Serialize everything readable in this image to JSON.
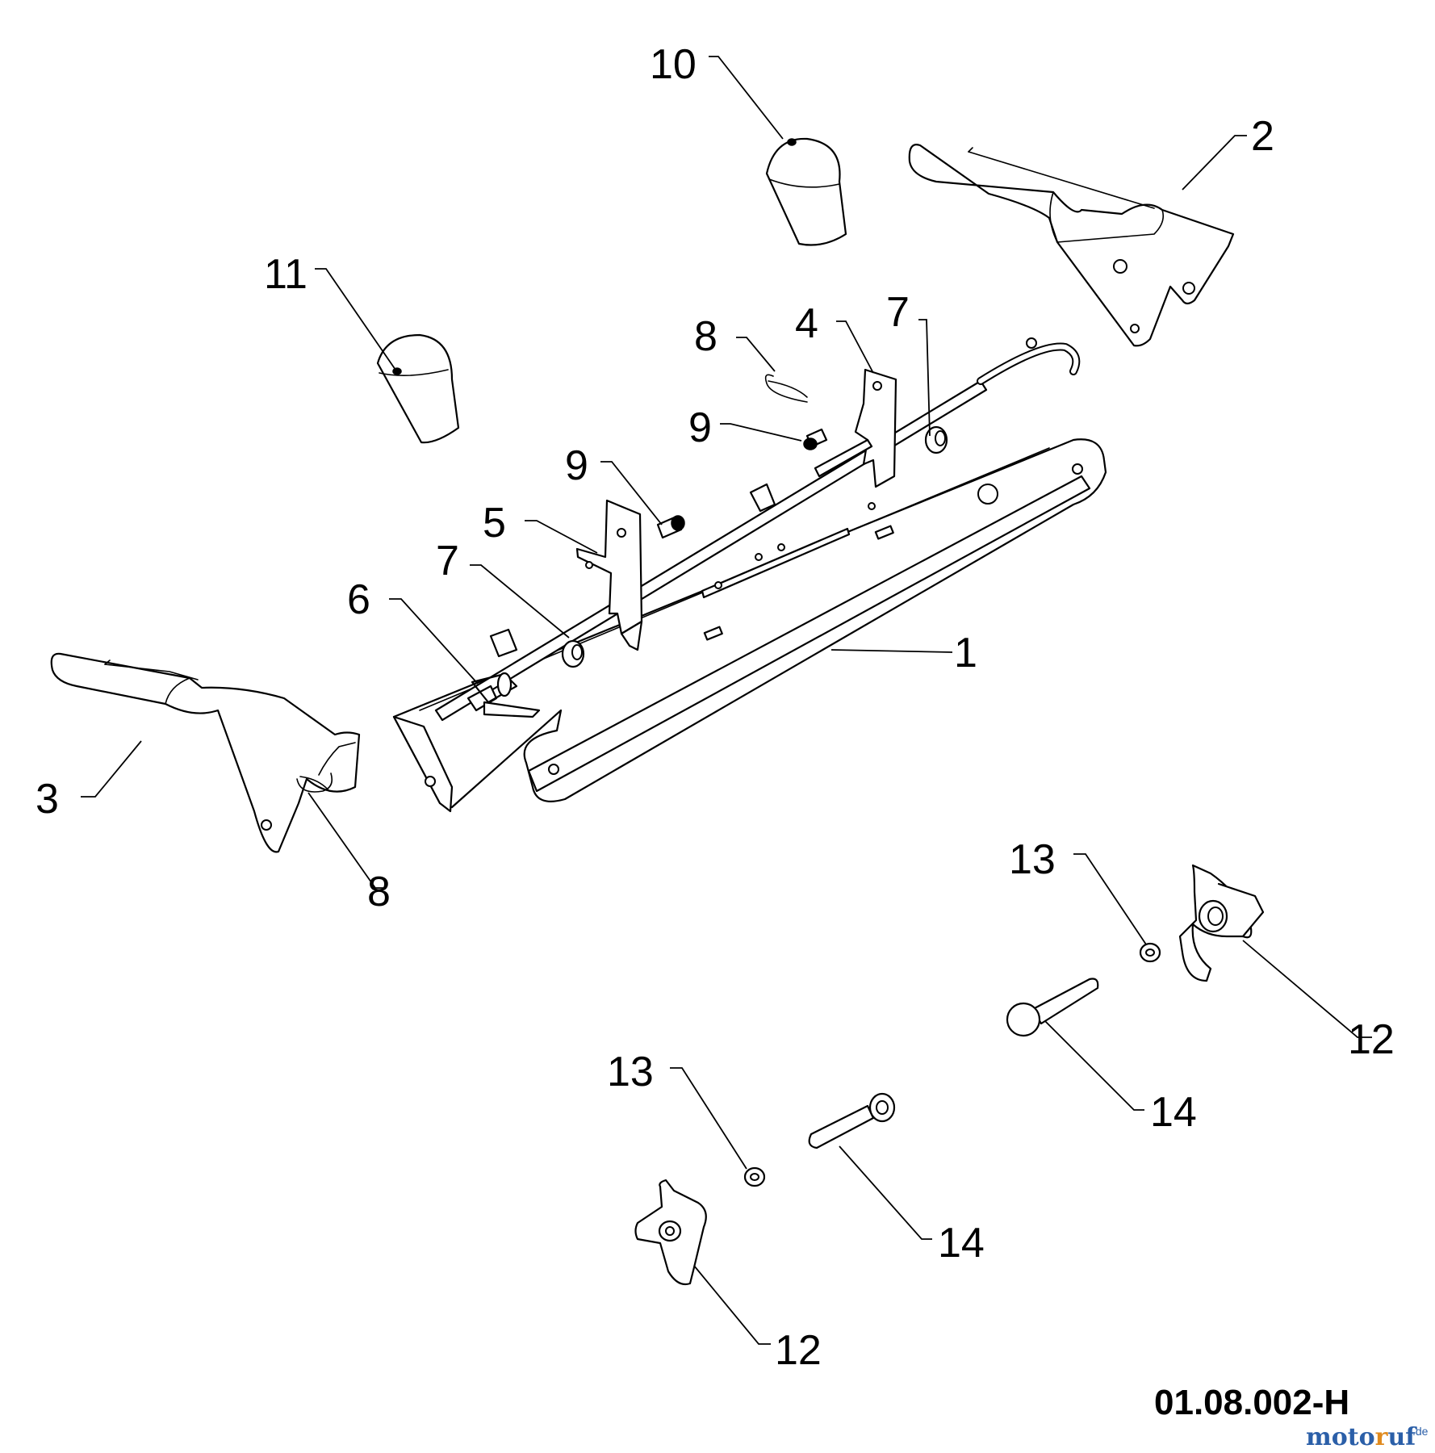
{
  "drawing_number": "01.08.002-H",
  "watermark": {
    "text": "motoruf",
    "suffix": ".de",
    "colors": {
      "blue": "#2b5fa8",
      "orange": "#e08a1e"
    }
  },
  "callouts": {
    "c1": "1",
    "c2": "2",
    "c3": "3",
    "c4": "4",
    "c5": "5",
    "c6": "6",
    "c7a": "7",
    "c7b": "7",
    "c8a": "8",
    "c8b": "8",
    "c9a": "9",
    "c9b": "9",
    "c10": "10",
    "c11": "11",
    "c12a": "12",
    "c12b": "12",
    "c13a": "13",
    "c13b": "13",
    "c14a": "14",
    "c14b": "14"
  }
}
